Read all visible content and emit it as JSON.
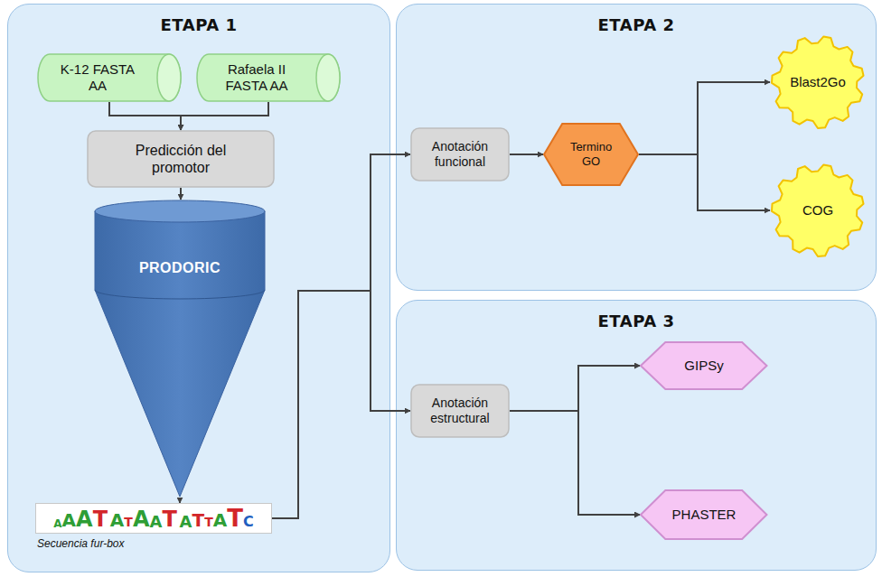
{
  "diagram": {
    "nodes": [
      {
        "text": [
          "ETAPA 1"
        ]
      },
      {
        "text": [
          "K-12 FASTA AA"
        ],
        "in": 0
      },
      {
        "text": [
          "Rafaela II FASTA AA"
        ],
        "in": 0
      },
      {
        "text": [
          "Predicción del promotor"
        ],
        "in": 0
      },
      {
        "text": [
          "PRODORIC"
        ],
        "in": 0
      },
      {
        "text": [
          "AAAT ATAAT ATTATC",
          "Secuencia fur-box"
        ],
        "in": 0
      },
      {
        "text": [
          "ETAPA 2"
        ]
      },
      {
        "text": [
          "Anotación funcional"
        ],
        "in": 6
      },
      {
        "text": [
          "Termino GO"
        ],
        "in": 6
      },
      {
        "text": [
          "Blast2Go"
        ],
        "in": 6
      },
      {
        "text": [
          "COG"
        ],
        "in": 6
      },
      {
        "text": [
          "ETAPA 3"
        ]
      },
      {
        "text": [
          "Anotación estructural"
        ],
        "in": 11
      },
      {
        "text": [
          "GIPSy"
        ],
        "in": 11
      },
      {
        "text": [
          "PHASTER"
        ],
        "in": 11
      }
    ],
    "edges": [
      {
        "from": 1,
        "to": 3,
        "arrow": "to"
      },
      {
        "from": 2,
        "to": 3,
        "arrow": "to"
      },
      {
        "from": 3,
        "to": 4,
        "arrow": "to"
      },
      {
        "from": 4,
        "to": 5,
        "arrow": "to"
      },
      {
        "from": 5,
        "to": 7,
        "arrow": "to"
      },
      {
        "from": 5,
        "to": 12,
        "arrow": "to"
      },
      {
        "from": 7,
        "to": 8,
        "arrow": "to"
      },
      {
        "from": 8,
        "to": 9,
        "arrow": "to"
      },
      {
        "from": 8,
        "to": 10,
        "arrow": "to"
      },
      {
        "from": 12,
        "to": 13,
        "arrow": "to"
      },
      {
        "from": 12,
        "to": 14,
        "arrow": "to"
      }
    ]
  }
}
